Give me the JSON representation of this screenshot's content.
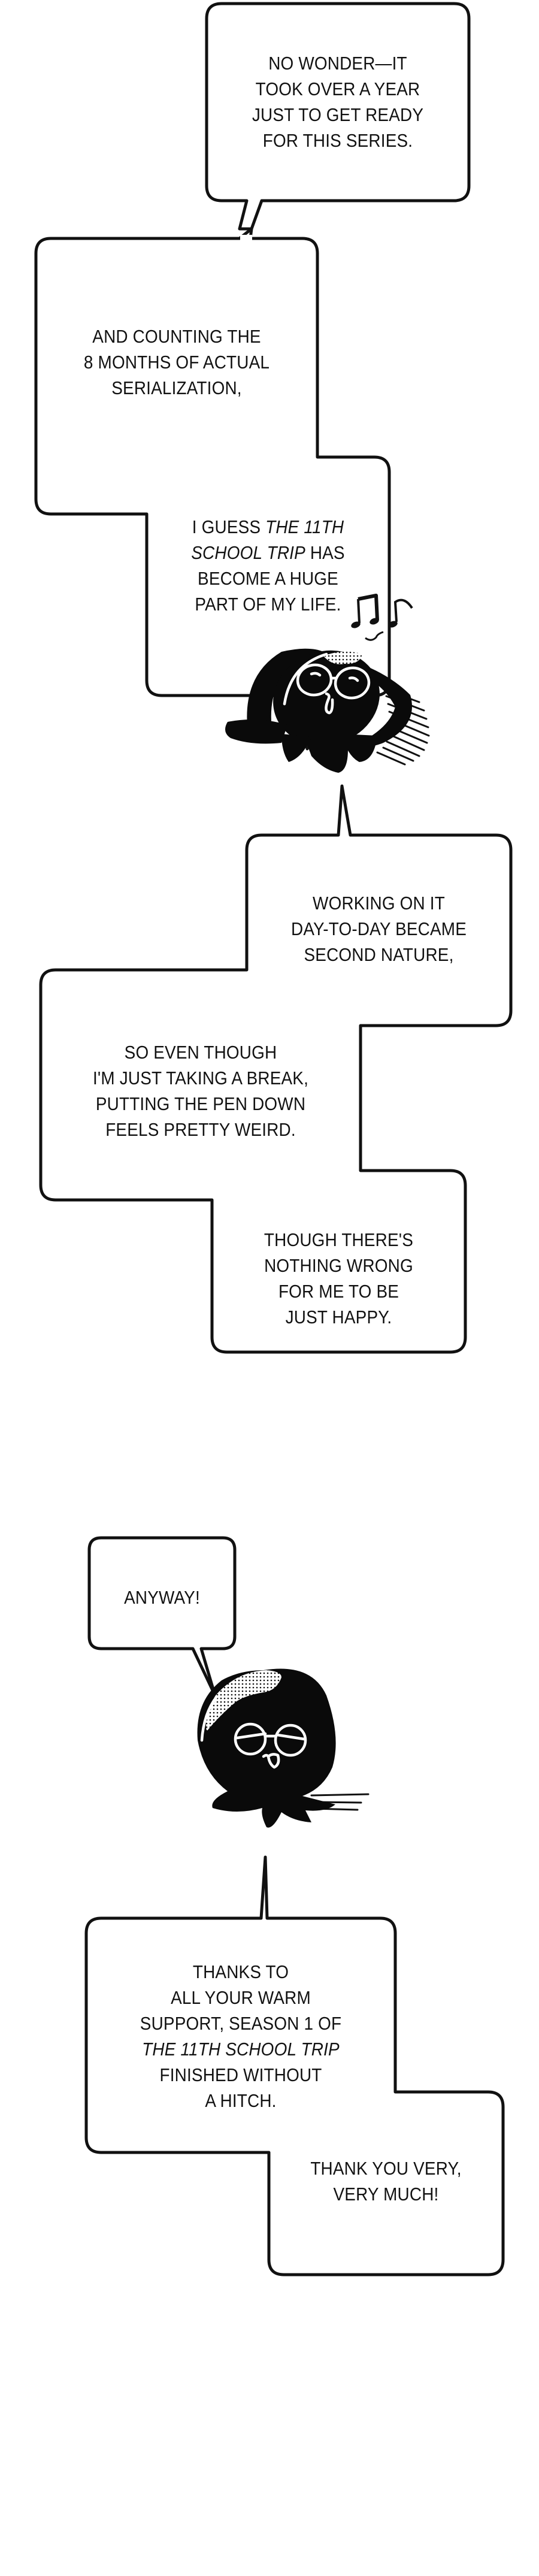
{
  "page": {
    "type": "webtoon-strip",
    "background": "#ffffff",
    "ink_color": "#111111"
  },
  "bubbles": [
    {
      "id": "bubble-1",
      "lines": [
        "NO WONDER—IT",
        "TOOK OVER A YEAR",
        "JUST TO GET READY",
        "FOR THIS SERIES."
      ]
    },
    {
      "id": "bubble-2a",
      "lines": [
        "AND COUNTING THE",
        "8 MONTHS OF ACTUAL",
        "SERIALIZATION,"
      ]
    },
    {
      "id": "bubble-2b",
      "lines": [
        {
          "pre": "I GUESS ",
          "em": "THE 11TH",
          "post": ""
        },
        {
          "pre": "",
          "em": "SCHOOL TRIP",
          "post": " HAS"
        },
        {
          "pre": "BECOME A HUGE",
          "em": "",
          "post": ""
        },
        {
          "pre": "PART OF MY LIFE.",
          "em": "",
          "post": ""
        }
      ]
    },
    {
      "id": "bubble-3a",
      "lines": [
        "WORKING ON IT",
        "DAY-TO-DAY BECAME",
        "SECOND NATURE,"
      ]
    },
    {
      "id": "bubble-3b",
      "lines": [
        "SO EVEN THOUGH",
        "I'M JUST TAKING A BREAK,",
        "PUTTING THE PEN DOWN",
        "FEELS PRETTY WEIRD."
      ]
    },
    {
      "id": "bubble-3c",
      "lines": [
        "THOUGH THERE'S",
        "NOTHING WRONG",
        "FOR ME TO BE",
        "JUST HAPPY."
      ]
    },
    {
      "id": "bubble-4",
      "lines": [
        "ANYWAY!"
      ]
    },
    {
      "id": "bubble-5a",
      "lines": [
        {
          "pre": "THANKS TO",
          "em": "",
          "post": ""
        },
        {
          "pre": "ALL YOUR WARM",
          "em": "",
          "post": ""
        },
        {
          "pre": "SUPPORT, SEASON 1 OF",
          "em": "",
          "post": ""
        },
        {
          "pre": "",
          "em": "THE 11TH SCHOOL TRIP",
          "post": ""
        },
        {
          "pre": "FINISHED WITHOUT",
          "em": "",
          "post": ""
        },
        {
          "pre": "A HITCH.",
          "em": "",
          "post": ""
        }
      ]
    },
    {
      "id": "bubble-5b",
      "lines": [
        "THANK YOU VERY,",
        "VERY MUCH!"
      ]
    }
  ],
  "characters": [
    {
      "id": "octopus-author-happy",
      "pose": "leaning back, humming",
      "icon": "octopus-with-glasses-icon",
      "extras": "music-notes-icon"
    },
    {
      "id": "octopus-author-talking",
      "pose": "upright, eyes closed",
      "icon": "octopus-with-glasses-icon",
      "extras": "speed-lines"
    }
  ]
}
